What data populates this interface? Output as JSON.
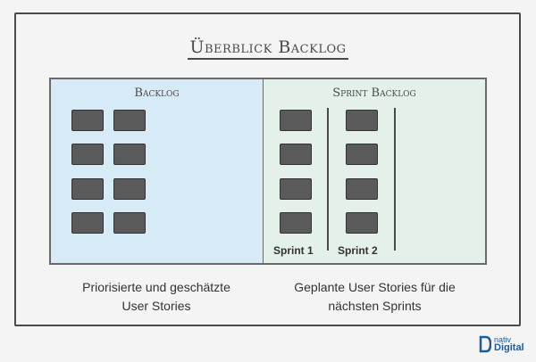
{
  "title": "Überblick Backlog",
  "backlog": {
    "title": "Backlog",
    "description_line1": "Priorisierte und geschätzte",
    "description_line2": "User Stories"
  },
  "sprint_backlog": {
    "title": "Sprint Backlog",
    "columns": [
      "Sprint 1",
      "Sprint 2"
    ],
    "description_line1": "Geplante User Stories für die",
    "description_line2": "nächsten Sprints"
  },
  "logo": {
    "line1": "nativ",
    "line2": "Digital",
    "icon": "nativ-digital-logo-icon"
  },
  "colors": {
    "backlog_bg": "#d6ebf6",
    "sprint_bg": "#e3f1e9",
    "card": "#5a5a5a",
    "brand": "#1b5e9e"
  }
}
